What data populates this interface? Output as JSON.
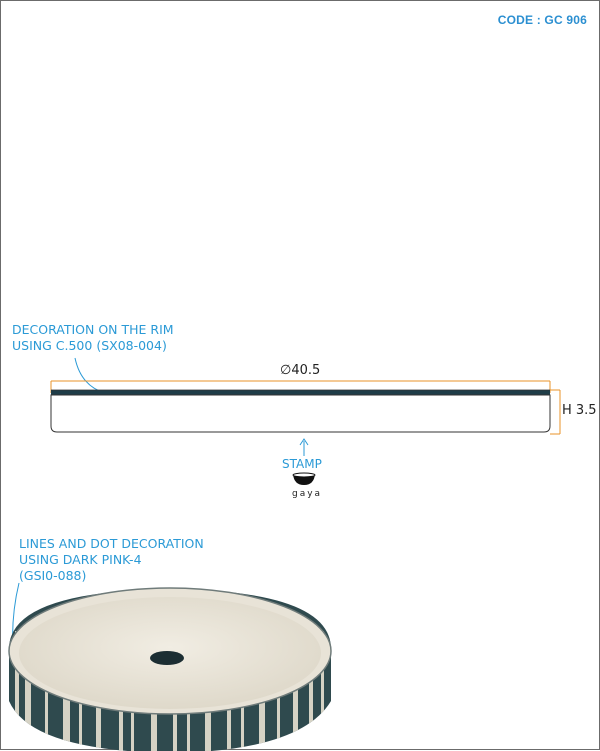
{
  "code_label": "CODE : GC 906",
  "rim_note": {
    "line1": "DECORATION ON THE RIM",
    "line2": "USING C.500 (SX08-004)"
  },
  "diameter_label": "∅40.5",
  "height_label": "H 3.5",
  "stamp": {
    "label": "STAMP",
    "brand": "gaya"
  },
  "photo_note": {
    "line1": "LINES AND DOT DECORATION",
    "line2": "USING DARK PINK-4",
    "line3": "(GSI0-088)"
  },
  "colors": {
    "annotation": "#2b9ad6",
    "dimension_line": "#e8932a",
    "rim": "#1f3d48",
    "plate_glaze": "#e9e4d8",
    "stripe_dark": "#2f4a4e"
  }
}
